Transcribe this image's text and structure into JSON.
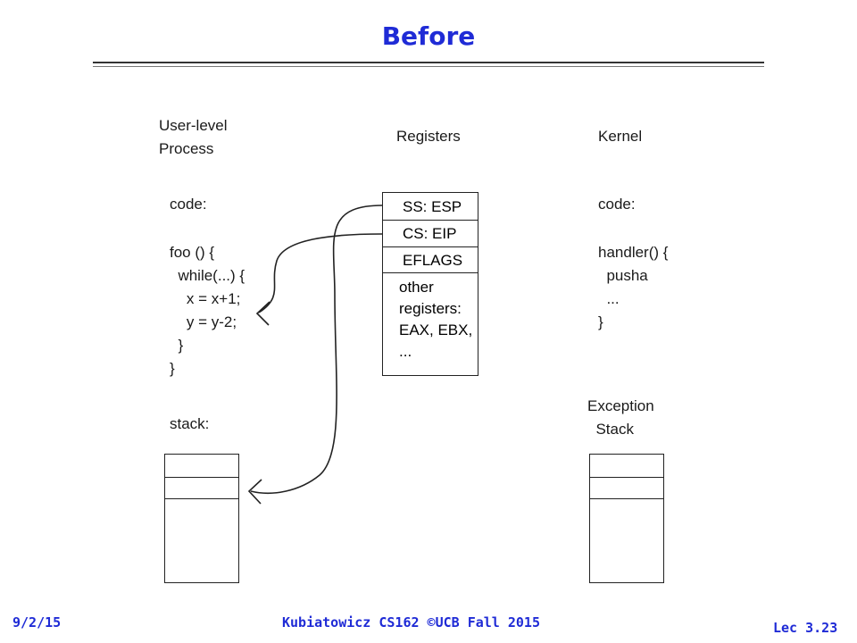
{
  "slide": {
    "title": "Before"
  },
  "user_process": {
    "heading": "User-level\nProcess",
    "code_label": "code:",
    "code_lines": "foo () {\n  while(...) {\n    x = x+1;\n    y = y-2;\n  }\n}",
    "stack_label": "stack:"
  },
  "registers": {
    "heading": "Registers",
    "rows": [
      "SS: ESP",
      "CS: EIP",
      "EFLAGS"
    ],
    "other": "other\nregisters:\nEAX, EBX,\n..."
  },
  "kernel": {
    "heading": "Kernel",
    "code_label": "code:",
    "code_lines": "handler() {\n  pusha\n  ...\n}",
    "exception_stack_label": "Exception\n  Stack"
  },
  "footer": {
    "date": "9/2/15",
    "course": "Kubiatowicz CS162 ©UCB Fall 2015",
    "lecture": "Lec 3.23"
  },
  "colors": {
    "title": "#1f2bd6",
    "footer": "#1f2bd6",
    "lines": "#222222"
  }
}
